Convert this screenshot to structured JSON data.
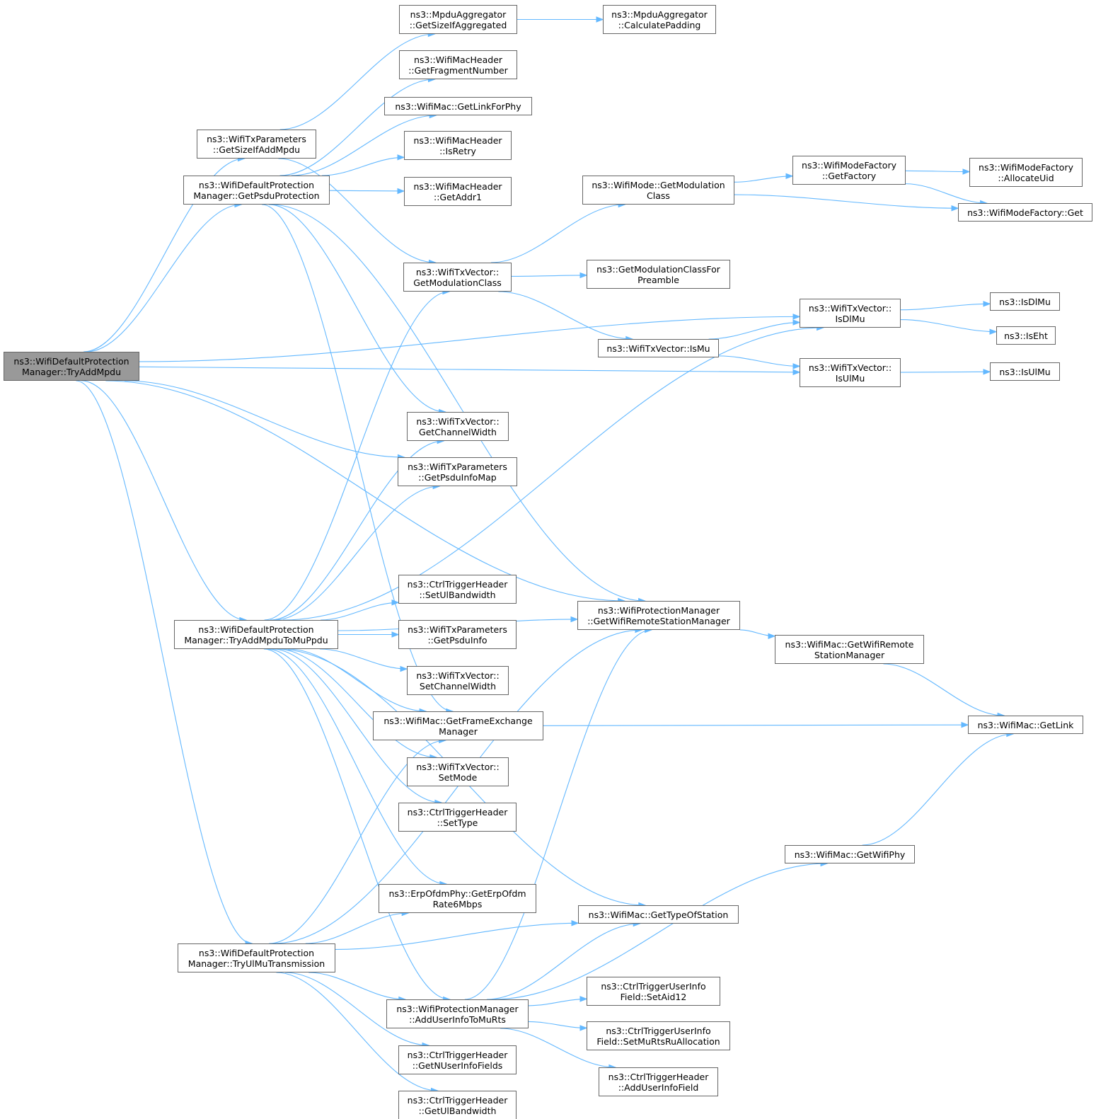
{
  "colors": {
    "edge": "#63b8ff",
    "root_fill": "#999999",
    "node_border": "#666666"
  },
  "nodes": {
    "root": [
      "ns3::WifiDefaultProtection",
      "Manager::TryAddMpdu"
    ],
    "n_size_add": [
      "ns3::WifiTxParameters",
      "::GetSizeIfAddMpdu"
    ],
    "n_get_psdu_prot": [
      "ns3::WifiDefaultProtection",
      "Manager::GetPsduProtection"
    ],
    "n_try_mu": [
      "ns3::WifiDefaultProtection",
      "Manager::TryAddMpduToMuPpdu"
    ],
    "n_try_ul": [
      "ns3::WifiDefaultProtection",
      "Manager::TryUlMuTransmission"
    ],
    "n_agg_size": [
      "ns3::MpduAggregator",
      "::GetSizeIfAggregated"
    ],
    "n_agg_pad": [
      "ns3::MpduAggregator",
      "::CalculatePadding"
    ],
    "n_frag": [
      "ns3::WifiMacHeader",
      "::GetFragmentNumber"
    ],
    "n_linkforphy": [
      "ns3::WifiMac::GetLinkForPhy"
    ],
    "n_isretry": [
      "ns3::WifiMacHeader",
      "::IsRetry"
    ],
    "n_addr1": [
      "ns3::WifiMacHeader",
      "::GetAddr1"
    ],
    "n_modclass_tx": [
      "ns3::WifiTxVector::",
      "GetModulationClass"
    ],
    "n_modclass_mode": [
      "ns3::WifiMode::GetModulation",
      "Class"
    ],
    "n_modpreamble": [
      "ns3::GetModulationClassFor",
      "Preamble"
    ],
    "n_fact_get": [
      "ns3::WifiModeFactory",
      "::GetFactory"
    ],
    "n_fact_alloc": [
      "ns3::WifiModeFactory",
      "::AllocateUid"
    ],
    "n_fact": [
      "ns3::WifiModeFactory::Get"
    ],
    "n_isdlmu_tx": [
      "ns3::WifiTxVector::",
      "IsDlMu"
    ],
    "n_ismu": [
      "ns3::WifiTxVector::IsMu"
    ],
    "n_isulmu_tx": [
      "ns3::WifiTxVector::",
      "IsUlMu"
    ],
    "n_isdlmu": [
      "ns3::IsDlMu"
    ],
    "n_iseht": [
      "ns3::IsEht"
    ],
    "n_isulmu": [
      "ns3::IsUlMu"
    ],
    "n_chanwidth": [
      "ns3::WifiTxVector::",
      "GetChannelWidth"
    ],
    "n_psduinfomap": [
      "ns3::WifiTxParameters",
      "::GetPsduInfoMap"
    ],
    "n_setulbw": [
      "ns3::CtrlTriggerHeader",
      "::SetUlBandwidth"
    ],
    "n_getpsduinfo": [
      "ns3::WifiTxParameters",
      "::GetPsduInfo"
    ],
    "n_setchanwidth": [
      "ns3::WifiTxVector::",
      "SetChannelWidth"
    ],
    "n_fem": [
      "ns3::WifiMac::GetFrameExchange",
      "Manager"
    ],
    "n_setmode": [
      "ns3::WifiTxVector::",
      "SetMode"
    ],
    "n_settype": [
      "ns3::CtrlTriggerHeader",
      "::SetType"
    ],
    "n_erp": [
      "ns3::ErpOfdmPhy::GetErpOfdm",
      "Rate6Mbps"
    ],
    "n_typeofsta": [
      "ns3::WifiMac::GetTypeOfStation"
    ],
    "n_getwrsm": [
      "ns3::WifiProtectionManager",
      "::GetWifiRemoteStationManager"
    ],
    "n_mac_wrsm": [
      "ns3::WifiMac::GetWifiRemote",
      "StationManager"
    ],
    "n_getlink": [
      "ns3::WifiMac::GetLink"
    ],
    "n_getwifiphy": [
      "ns3::WifiMac::GetWifiPhy"
    ],
    "n_adduserinfo": [
      "ns3::WifiProtectionManager",
      "::AddUserInfoToMuRts"
    ],
    "n_getnuser": [
      "ns3::CtrlTriggerHeader",
      "::GetNUserInfoFields"
    ],
    "n_getulbw": [
      "ns3::CtrlTriggerHeader",
      "::GetUlBandwidth"
    ],
    "n_setaid": [
      "ns3::CtrlTriggerUserInfo",
      "Field::SetAid12"
    ],
    "n_setmurts": [
      "ns3::CtrlTriggerUserInfo",
      "Field::SetMuRtsRuAllocation"
    ],
    "n_adduserfield": [
      "ns3::CtrlTriggerHeader",
      "::AddUserInfoField"
    ]
  }
}
